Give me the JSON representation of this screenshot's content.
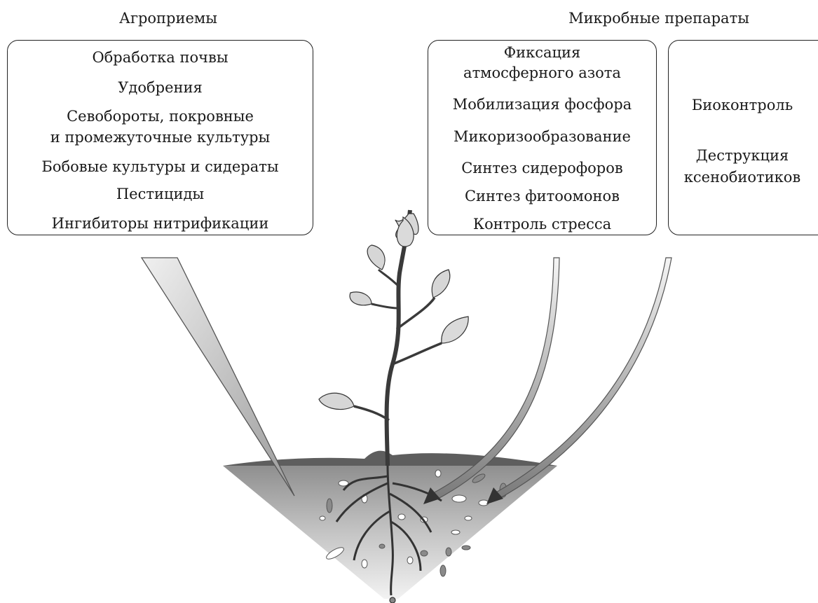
{
  "agro": {
    "heading": "Агроприемы",
    "items": [
      "Обработка почвы",
      "Удобрения",
      "Севобороты, покровные",
      "и промежуточные культуры",
      "Бобовые культуры и сидераты",
      "Пестициды",
      "Ингибиторы нитрификации"
    ]
  },
  "microbial": {
    "heading": "Микробные препараты",
    "box1": [
      "Фиксация",
      "атмосферного азота",
      "Мобилизация фосфора",
      "Микоризообразование",
      "Синтез сидерофоров",
      "Синтез фитоомонов",
      "Контроль стресса"
    ],
    "box2": [
      "Биоконтроль",
      "Деструкция",
      "ксенобиотиков"
    ]
  }
}
